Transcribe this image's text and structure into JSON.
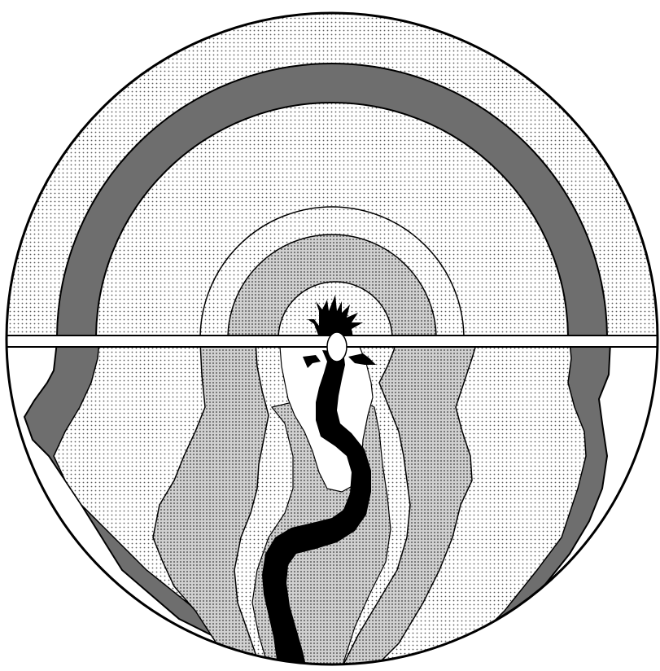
{
  "colors": {
    "background": "#ffffff",
    "outline": "#000000",
    "band_dark": "#6e6e6e",
    "dot_light_fill": "#ffffff",
    "dot_light_dot": "#5a5a5a",
    "dot_medium_fill": "#d0d0d0",
    "dot_medium_dot": "#3c3c3c",
    "vessel": "#000000"
  },
  "diagram": {
    "upper_half_rings": [
      "outer-ring-light",
      "dark-band",
      "main-light-zone",
      "inner-ring-light",
      "inner-ring-medium",
      "center-zone"
    ],
    "lower_half_regions": [
      "outer-edge-white",
      "dark-band",
      "light-zone",
      "middle-medium-zone",
      "inner-white-zone",
      "central-vessel"
    ]
  }
}
